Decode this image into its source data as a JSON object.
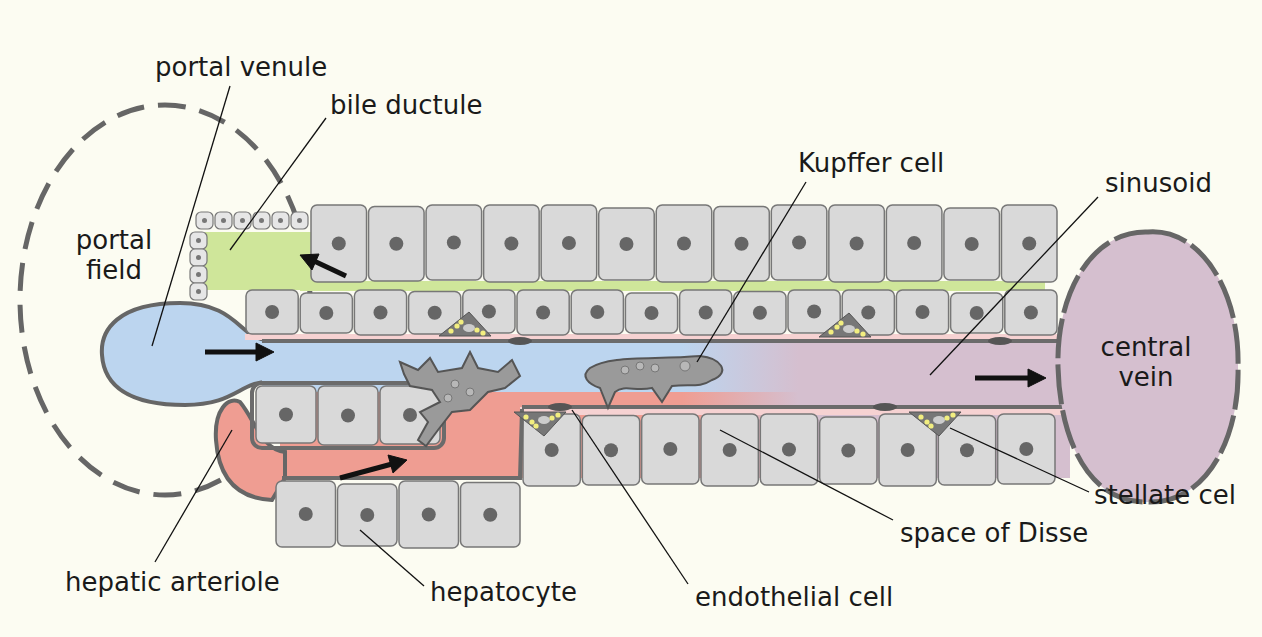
{
  "diagram": {
    "nodes": [
      {
        "text": [
          "portal field"
        ]
      },
      {
        "text": [
          "central vein"
        ]
      }
    ],
    "labels": [
      "portal venule",
      "bile ductule",
      "Kupffer cell",
      "sinusoid",
      "stellate cel",
      "space of Disse",
      "endothelial cell",
      "hepatocyte",
      "hepatic arteriole"
    ]
  }
}
